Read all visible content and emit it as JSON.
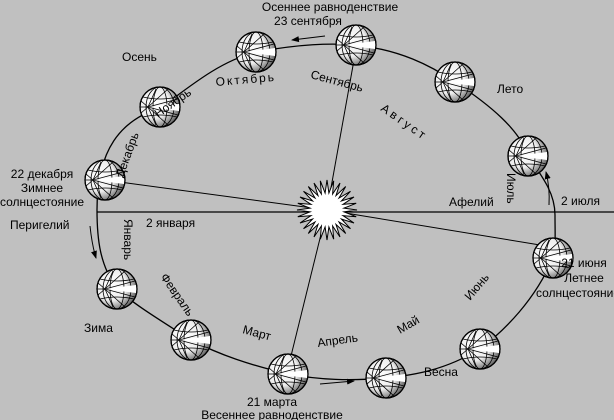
{
  "labels": {
    "autumn_equinox_title": "Осеннее равноденствие",
    "autumn_equinox_date": "23 сентября",
    "spring_equinox_date": "21 марта",
    "spring_equinox_title": "Весеннее равноденствие",
    "winter_solstice_date": "22 декабря",
    "winter_solstice_title_1": "Зимнее",
    "winter_solstice_title_2": "солнцестояние",
    "summer_solstice_date": "21 июня",
    "summer_solstice_title_1": "Летнее",
    "summer_solstice_title_2": "солнцестояние",
    "perihelion": "Перигелий",
    "perihelion_date": "2 января",
    "aphelion": "Афелий",
    "aphelion_date": "2 июля"
  },
  "seasons": {
    "autumn": "Осень",
    "summer": "Лето",
    "winter": "Зима",
    "spring": "Весна"
  },
  "months": {
    "jan": "Январь",
    "feb": "Февраль",
    "mar": "Март",
    "apr": "Апрель",
    "may": "Май",
    "jun": "Июнь",
    "jul": "Июль",
    "aug": "Август",
    "sep": "Сентябрь",
    "oct": "Октябрь",
    "nov": "Ноябрь",
    "dec": "Декабрь"
  },
  "colors": {
    "background": "#c0c0c0",
    "sun": "#ffffff",
    "line": "#000000"
  }
}
